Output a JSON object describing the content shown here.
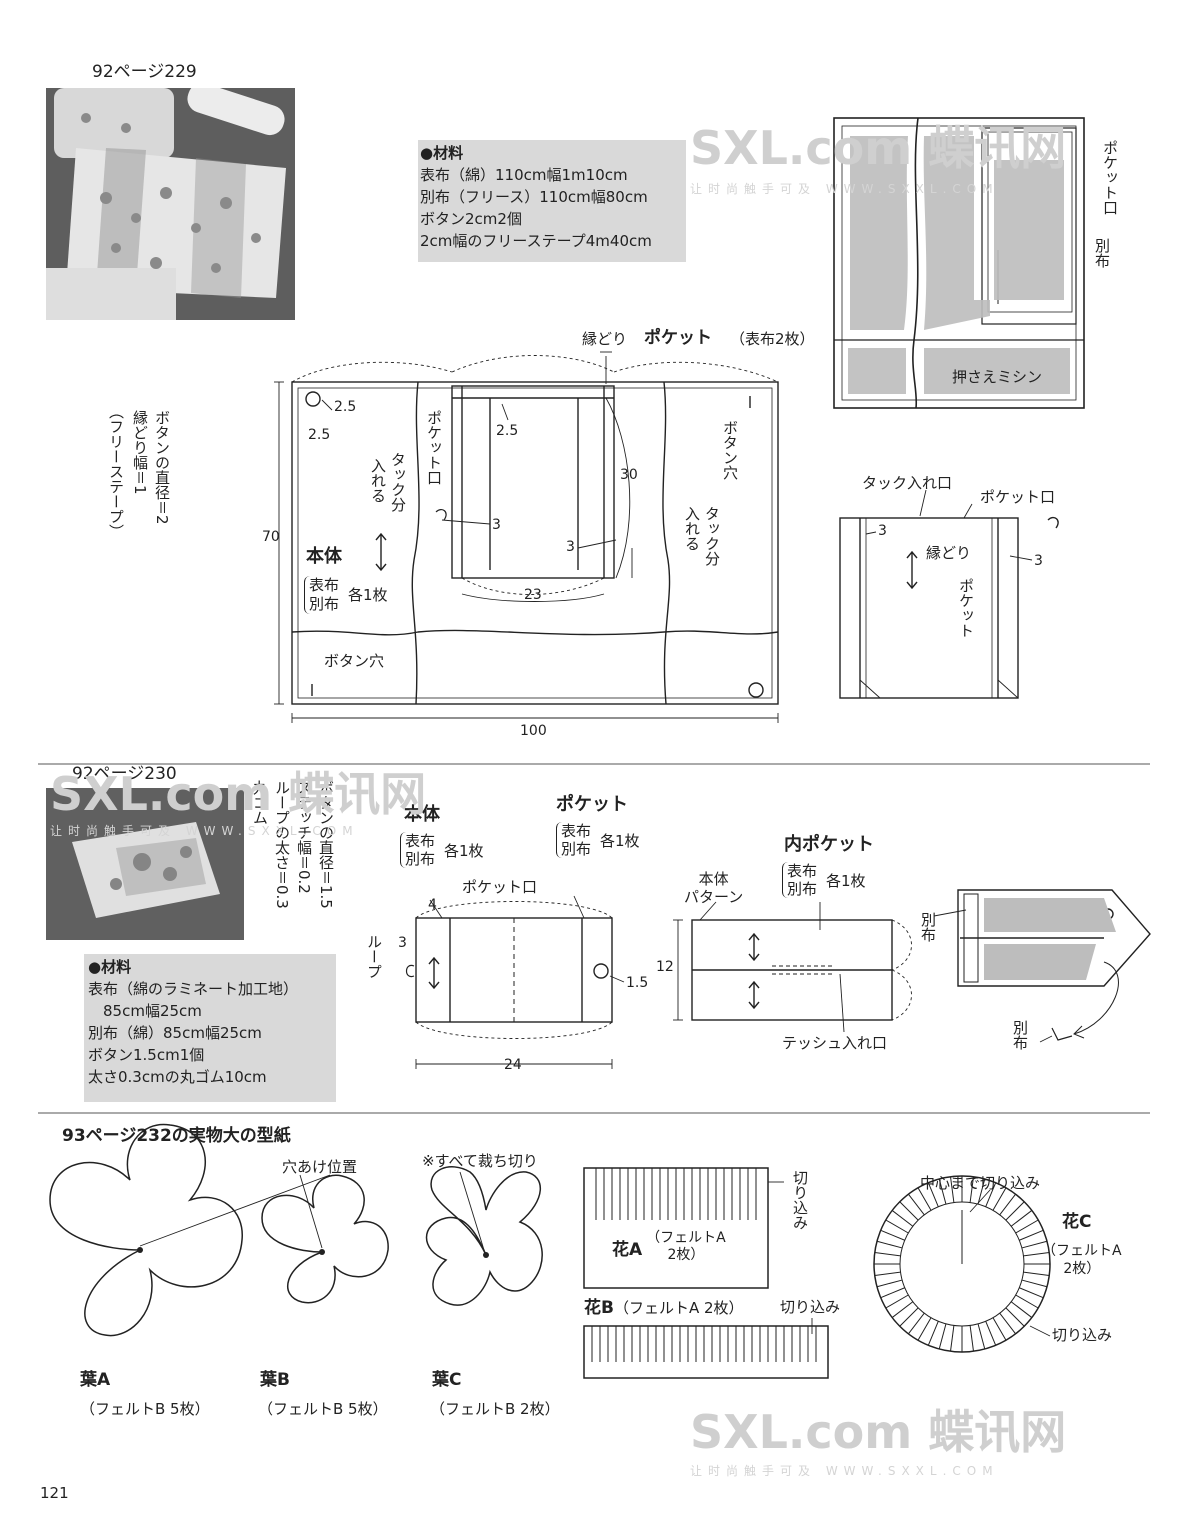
{
  "page_number": "121",
  "section229": {
    "title": "92ページ229",
    "materials": {
      "heading": "●材料",
      "lines": [
        "表布（綿）110cm幅1m10cm",
        "別布（フリース）110cm幅80cm",
        "ボタン2cm2個",
        "2cm幅のフリーステープ4m40cm"
      ]
    },
    "note_vertical": [
      "ボタンの直径＝2",
      "縁どり幅＝1",
      "（フリーステープ）"
    ],
    "labels": {
      "fuchidori": "縁どり",
      "pocket": "ポケット",
      "pocket_note": "（表布2枚）",
      "pocket_mouth_v": "ポケット口",
      "tuck_left_v": [
        "タック分",
        "入れる"
      ],
      "tuck_right_v": [
        "タック分",
        "入れる"
      ],
      "button_hole_v": "ボタン穴",
      "button_hole": "ボタン穴",
      "body": "本体",
      "body_cloth": [
        "表布",
        "別布"
      ],
      "body_count": "各1枚"
    },
    "dims": {
      "d25a": "2.5",
      "d25b": "2.5",
      "d25c": "2.5",
      "d70": "70",
      "d30": "30",
      "d3a": "3",
      "d3b": "3",
      "d23": "23",
      "d100": "100"
    },
    "right": {
      "pocket_mouth_v": "ポケット口",
      "bessu_v": "別布",
      "osae": "押さえミシン",
      "tuck_mouth": "タック入れ口",
      "pocket_mouth": "ポケット口",
      "d3a": "3",
      "d3b": "3",
      "fuchidori": "縁どり",
      "pocket_v": "ポケット"
    }
  },
  "section230": {
    "title": "92ページ230",
    "note_vertical": [
      "ボタンの直径＝1.5",
      "ステッチ幅＝0.2",
      "ループの太さ＝0.3",
      "丸ゴム"
    ],
    "materials": {
      "heading": "●材料",
      "lines": [
        "表布（綿のラミネート加工地）",
        "　85cm幅25cm",
        "別布（綿）85cm幅25cm",
        "ボタン1.5cm1個",
        "太さ0.3cmの丸ゴム10cm"
      ]
    },
    "body": {
      "title": "本体",
      "cloth": [
        "表布",
        "別布"
      ],
      "count": "各1枚"
    },
    "pocket": {
      "title": "ポケット",
      "cloth": [
        "表布",
        "別布"
      ],
      "count": "各1枚"
    },
    "inner_pocket": {
      "title": "内ポケット",
      "cloth": [
        "表布",
        "別布"
      ],
      "count": "各1枚"
    },
    "labels": {
      "pocket_mouth": "ポケット口",
      "loop_v": "ループ",
      "hontai_pattern": [
        "本体",
        "パターン"
      ],
      "tissue": "テッシュ入れ口",
      "bessu_a": "別布",
      "bessu_b": "別布"
    },
    "dims": {
      "d4": "4",
      "d3": "3",
      "d15": "1.5",
      "d24": "24",
      "d12": "12"
    }
  },
  "section232": {
    "title": "93ページ232の実物大の型紙",
    "hole": "穴あけ位置",
    "all_cut": "※すべて裁ち切り",
    "leaves": [
      {
        "name": "葉A",
        "spec": "（フェルトB 5枚）"
      },
      {
        "name": "葉B",
        "spec": "（フェルトB 5枚）"
      },
      {
        "name": "葉C",
        "spec": "（フェルトB 2枚）"
      }
    ],
    "flowerA": {
      "name": "花A",
      "spec": [
        "（フェルトA",
        "2枚）"
      ],
      "cut_v": "切り込み"
    },
    "flowerB": {
      "name": "花B",
      "spec": "（フェルトA 2枚）",
      "cut": "切り込み"
    },
    "flowerC": {
      "name": "花C",
      "spec": [
        "（フェルトA",
        "2枚）"
      ],
      "center": "中心まで切り込み",
      "cut": "切り込み"
    }
  },
  "watermark": {
    "logo": "SXL.com 蝶讯网",
    "sub": "让时尚触手可及 WWW.SXXL.COM"
  }
}
